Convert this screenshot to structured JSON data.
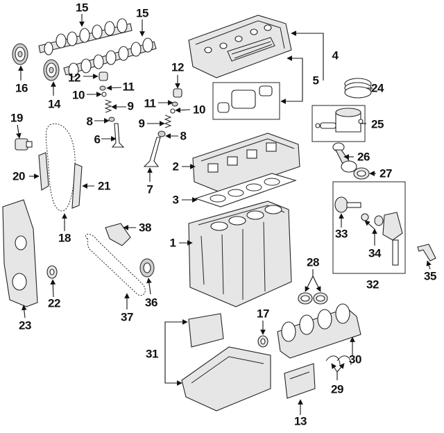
{
  "diagram": {
    "callouts": [
      {
        "id": "c15a",
        "label": "15"
      },
      {
        "id": "c15b",
        "label": "15"
      },
      {
        "id": "c16",
        "label": "16"
      },
      {
        "id": "c14",
        "label": "14"
      },
      {
        "id": "c12a",
        "label": "12"
      },
      {
        "id": "c11a",
        "label": "11"
      },
      {
        "id": "c10a",
        "label": "10"
      },
      {
        "id": "c9a",
        "label": "9"
      },
      {
        "id": "c8a",
        "label": "8"
      },
      {
        "id": "c6",
        "label": "6"
      },
      {
        "id": "c12b",
        "label": "12"
      },
      {
        "id": "c11b",
        "label": "11"
      },
      {
        "id": "c10b",
        "label": "10"
      },
      {
        "id": "c9b",
        "label": "9"
      },
      {
        "id": "c8b",
        "label": "8"
      },
      {
        "id": "c7",
        "label": "7"
      },
      {
        "id": "c4",
        "label": "4"
      },
      {
        "id": "c5",
        "label": "5"
      },
      {
        "id": "c24",
        "label": "24"
      },
      {
        "id": "c25",
        "label": "25"
      },
      {
        "id": "c26",
        "label": "26"
      },
      {
        "id": "c27",
        "label": "27"
      },
      {
        "id": "c19",
        "label": "19"
      },
      {
        "id": "c20",
        "label": "20"
      },
      {
        "id": "c21",
        "label": "21"
      },
      {
        "id": "c18",
        "label": "18"
      },
      {
        "id": "c2",
        "label": "2"
      },
      {
        "id": "c3",
        "label": "3"
      },
      {
        "id": "c1",
        "label": "1"
      },
      {
        "id": "c38",
        "label": "38"
      },
      {
        "id": "c22",
        "label": "22"
      },
      {
        "id": "c23",
        "label": "23"
      },
      {
        "id": "c36",
        "label": "36"
      },
      {
        "id": "c37",
        "label": "37"
      },
      {
        "id": "c28",
        "label": "28"
      },
      {
        "id": "c33",
        "label": "33"
      },
      {
        "id": "c34",
        "label": "34"
      },
      {
        "id": "c32",
        "label": "32"
      },
      {
        "id": "c35",
        "label": "35"
      },
      {
        "id": "c17",
        "label": "17"
      },
      {
        "id": "c31",
        "label": "31"
      },
      {
        "id": "c30",
        "label": "30"
      },
      {
        "id": "c29",
        "label": "29"
      },
      {
        "id": "c13",
        "label": "13"
      }
    ]
  }
}
